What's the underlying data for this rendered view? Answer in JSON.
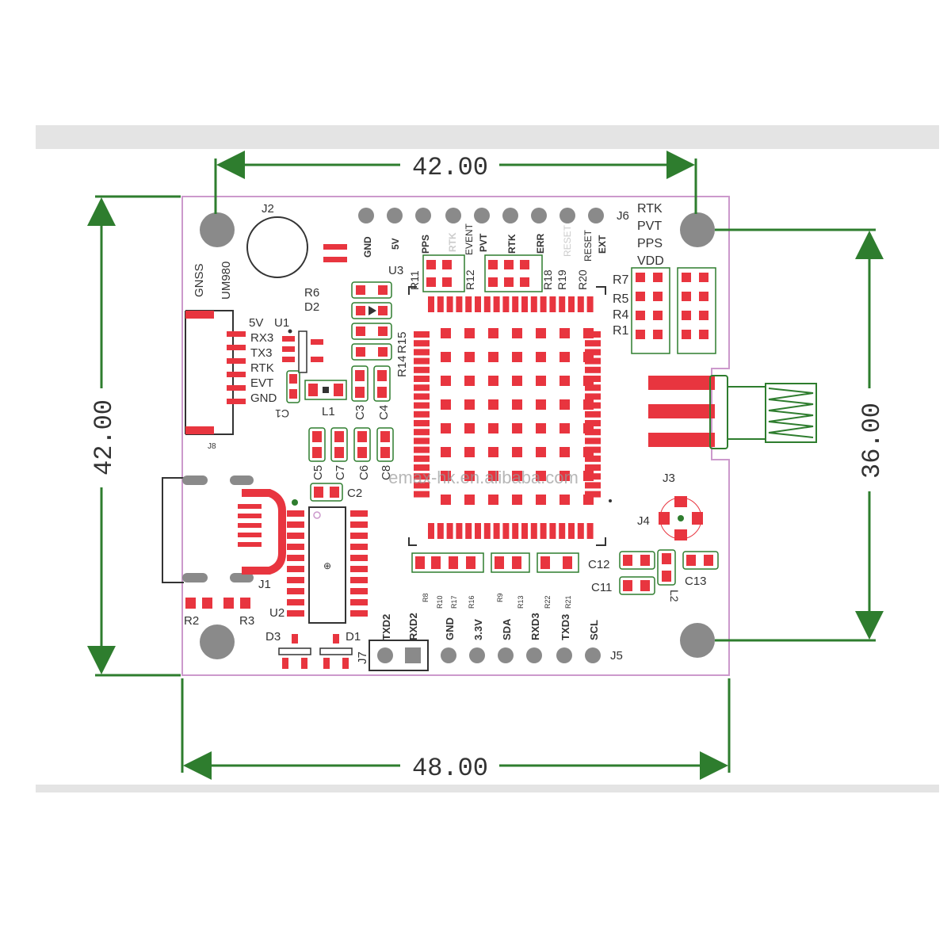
{
  "colors": {
    "outline": "#cc99cc",
    "copper": "#e8353f",
    "silk": "#333333",
    "dimension": "#2e7d2e",
    "hole": "#8a8a8a",
    "band": "#e4e4e4"
  },
  "dimensions": {
    "top_width": "42.00",
    "left_height": "42.00",
    "right_height": "36.00",
    "bottom_width": "48.00"
  },
  "watermark": "emax-hk.en.alibaba.com",
  "silkscreen": {
    "board_name": "UM980",
    "board_type": "GNSS",
    "j2": "J2",
    "r6": "R6",
    "d2": "D2",
    "u3": "U3",
    "r11": "R11",
    "r12": "R12",
    "r18": "R18",
    "r19": "R19",
    "r20": "R20",
    "r14": "R14",
    "r15": "R15",
    "u1": "U1",
    "l1": "L1",
    "c1": "C1",
    "c3": "C3",
    "c4": "C4",
    "c5": "C5",
    "c7": "C7",
    "c6": "C6",
    "c8": "C8",
    "c2": "C2",
    "j8": "J8",
    "j1": "J1",
    "u2": "U2",
    "r2": "R2",
    "r3": "R3",
    "d3": "D3",
    "d1": "D1",
    "j7": "J7",
    "j5": "J5",
    "j3": "J3",
    "j4": "J4",
    "j6": "J6",
    "c12": "C12",
    "c11": "C11",
    "c13": "C13",
    "l2": "L2",
    "r7": "R7",
    "r5": "R5",
    "r4": "R4",
    "r1": "R1"
  },
  "top_pins": [
    "GND",
    "5V",
    "PPS",
    "RTK",
    "EVENT",
    "PVT",
    "RTK",
    "ERR",
    "RESET",
    "RESET",
    "EXT"
  ],
  "j6_labels": [
    "RTK",
    "PVT",
    "PPS",
    "VDD"
  ],
  "j8_labels": [
    "5V",
    "RX3",
    "TX3",
    "RTK",
    "EVT",
    "GND"
  ],
  "bottom_pins": [
    "TXD2",
    "RXD2",
    "GND",
    "3.3V",
    "SDA",
    "RXD3",
    "TXD3",
    "SCL"
  ],
  "bottom_resistors": [
    "R8",
    "R10",
    "R17",
    "R16",
    "R9",
    "R13",
    "R22",
    "R21"
  ]
}
